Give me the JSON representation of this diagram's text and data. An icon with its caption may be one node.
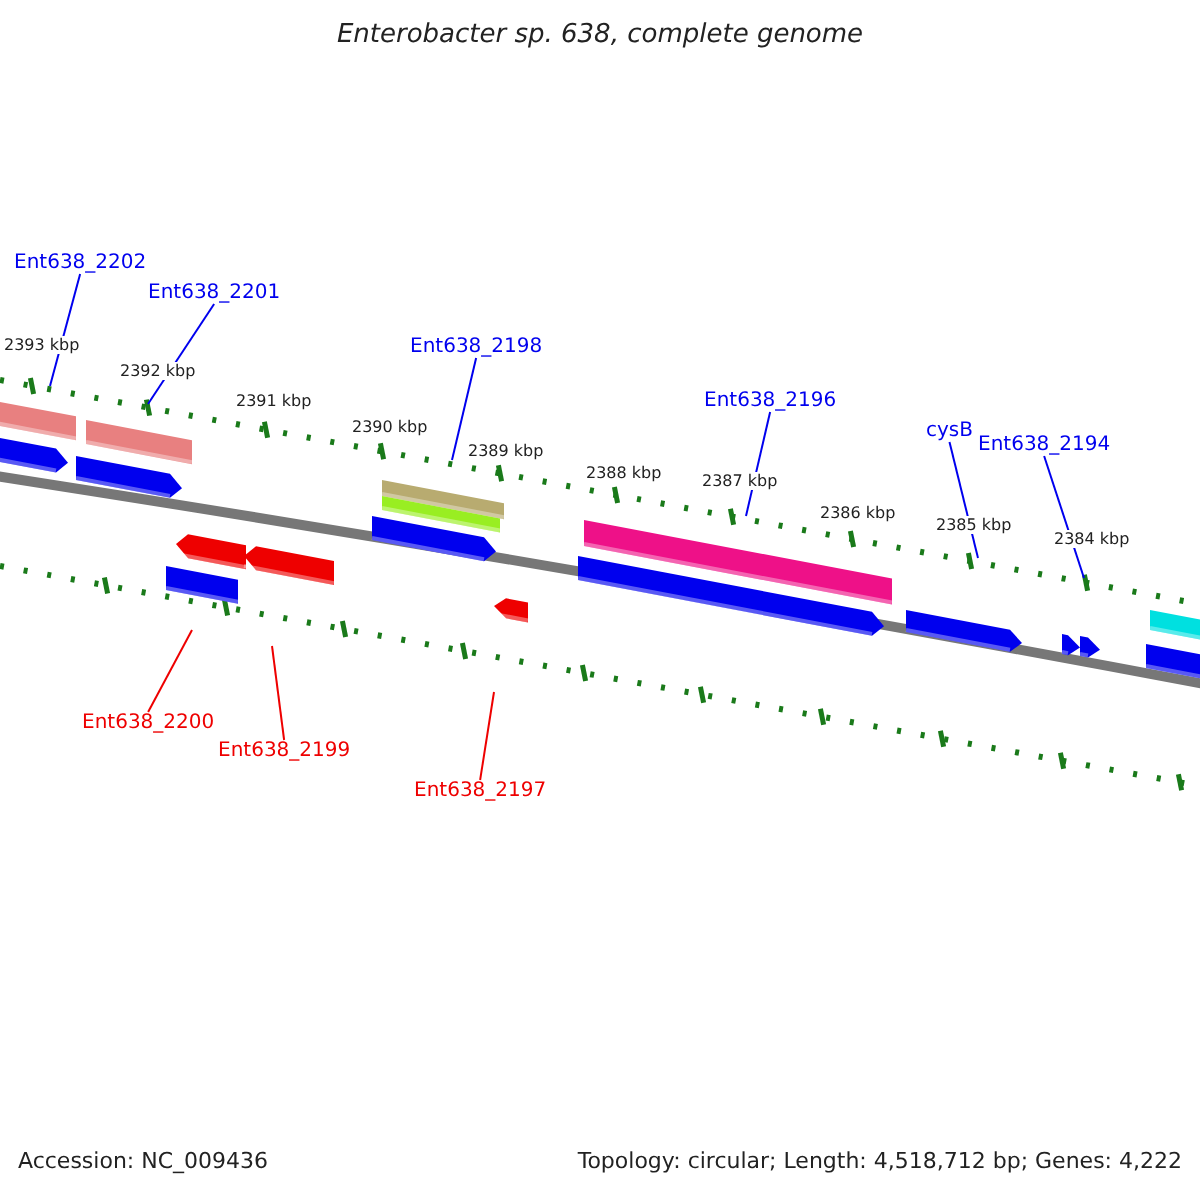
{
  "diagram": {
    "title": "Enterobacter sp. 638, complete genome",
    "nodes": [
      {
        "text": [
          "Ent638_2202"
        ]
      },
      {
        "text": [
          "Ent638_2201"
        ]
      },
      {
        "text": [
          "Ent638_2198"
        ]
      },
      {
        "text": [
          "Ent638_2196"
        ]
      },
      {
        "text": [
          "cysB"
        ]
      },
      {
        "text": [
          "Ent638_2194"
        ]
      },
      {
        "text": [
          "Ent638_2200"
        ]
      },
      {
        "text": [
          "Ent638_2199"
        ]
      },
      {
        "text": [
          "Ent638_2197"
        ]
      }
    ],
    "edges": [
      {
        "from": 0,
        "to": null,
        "arrow": "none"
      },
      {
        "from": 1,
        "to": null,
        "arrow": "none"
      },
      {
        "from": 2,
        "to": null,
        "arrow": "none"
      },
      {
        "from": 3,
        "to": null,
        "arrow": "none"
      },
      {
        "from": 4,
        "to": null,
        "arrow": "none"
      },
      {
        "from": 5,
        "to": null,
        "arrow": "none"
      },
      {
        "from": 6,
        "to": null,
        "arrow": "none",
        "color": "#ee0000"
      },
      {
        "from": 7,
        "to": null,
        "arrow": "none",
        "color": "#ee0000"
      },
      {
        "from": 8,
        "to": null,
        "arrow": "none",
        "color": "#ee0000"
      }
    ],
    "labels": [
      "2393 kbp",
      "2392 kbp",
      "2391 kbp",
      "2390 kbp",
      "2389 kbp",
      "2388 kbp",
      "2387 kbp",
      "2386 kbp",
      "2385 kbp",
      "2384 kbp",
      "Accession: NC_009436",
      "Topology: circular; Length: 4,518,712 bp; Genes: 4,222"
    ]
  }
}
